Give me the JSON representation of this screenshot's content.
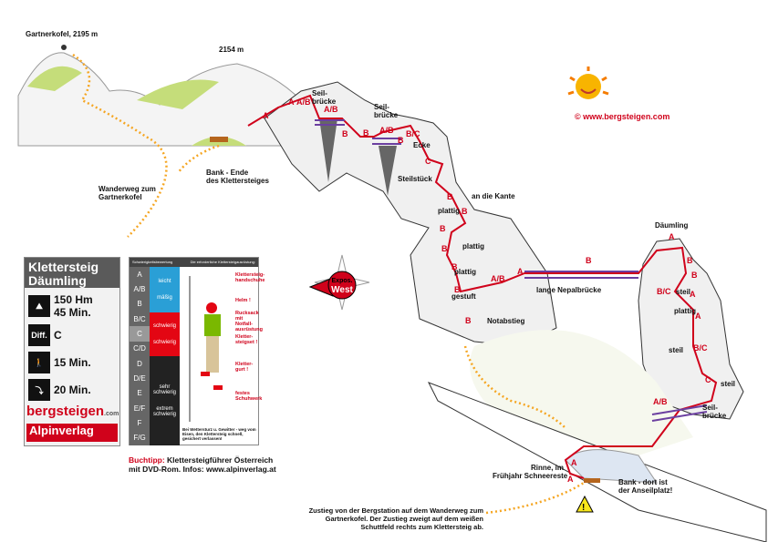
{
  "summits": {
    "gartnerkofel": "Gartnerkofel, 2195 m",
    "peak": "2154 m"
  },
  "labels": {
    "seilbruecke1": "Seil-",
    "seilbruecke1b": "brücke",
    "seilbruecke2": "Seil-",
    "seilbruecke2b": "brücke",
    "ecke": "Ecke",
    "steilstueck": "Steilstück",
    "kante": "an die Kante",
    "plattig1": "plattig",
    "plattig2": "plattig",
    "plattig3": "plattig",
    "gestuft": "gestuft",
    "notabstieg": "Notabstieg",
    "nepal": "lange Nepalbrücke",
    "daeumling": "Däumling",
    "steil1": "steil",
    "plattig4": "plattig",
    "steil2": "steil",
    "steil3": "steil",
    "seilbruecke3": "Seil-",
    "seilbruecke3b": "brücke",
    "bank_end1": "Bank - Ende",
    "bank_end2": "des Klettersteiges",
    "wanderweg1": "Wanderweg zum",
    "wanderweg2": "Gartnerkofel",
    "rinne1": "Rinne, im",
    "rinne2": "Frühjahr Schneereste",
    "bank_start1": "Bank - dort ist",
    "bank_start2": "der Anseilplatz!"
  },
  "grades": [
    "A",
    "A",
    "A/B",
    "A/B",
    "B",
    "B",
    "A/B",
    "B",
    "B/C",
    "C",
    "B",
    "B",
    "B",
    "B",
    "B",
    "B",
    "A/B",
    "A",
    "B",
    "B",
    "A",
    "B",
    "B",
    "B/C",
    "A",
    "A",
    "B/C",
    "C",
    "A/B",
    "A",
    "A"
  ],
  "compass": {
    "line1": "Expos.",
    "line2": "West"
  },
  "copyright": "©  www.bergsteigen.com",
  "info": {
    "title1": "Klettersteig",
    "title2": "Däumling",
    "ascent": "150 Hm",
    "time": "45 Min.",
    "diff_label": "Diff.",
    "diff": "C",
    "approach": "15 Min.",
    "descent": "20 Min.",
    "brand": "bergsteigen",
    "brand_suffix": ".com",
    "publisher": "Alpinverlag"
  },
  "scale": {
    "header_left": "Schwierigkeitsbewertung",
    "header_right": "Die erforderliche Klettersteigausrüstung:",
    "grades": [
      "A",
      "A/B",
      "B",
      "B/C",
      "C",
      "C/D",
      "D",
      "D/E",
      "E",
      "E/F",
      "F",
      "F/G"
    ],
    "levels": [
      "leicht",
      "mäßig",
      "schwierig",
      "schwierig",
      "sehr schwierig",
      "extrem schwierig"
    ],
    "equipment": [
      "Klettersteig-handschuhe",
      "Helm !",
      "Rucksack mit Notfall-ausrüstung",
      "Kletter-steigset !",
      "Kletter-gurt !",
      "festes Schuhwerk"
    ],
    "warning": "Bei Wettersturz u. Gewitter - weg vom Eisen, den Klettersteig schnell, gesichert verlassen!"
  },
  "buchtipp": {
    "label": "Buchtipp:",
    "line1": "Klettersteigführer Österreich",
    "line2": "mit DVD-Rom. Infos: www.alpinverlag.at"
  },
  "approach_text": [
    "Zustieg von der Bergstation auf dem Wanderweg zum",
    "Gartnerkofel. Der Zustieg zweigt auf dem weißen",
    "Schuttfeld rechts zum Klettersteig ab."
  ]
}
